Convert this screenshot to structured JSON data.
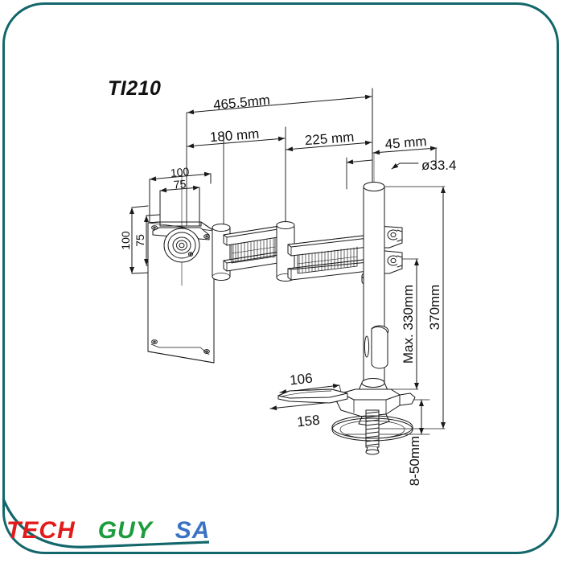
{
  "page": {
    "background_color": "#ffffff",
    "border_color": "#13676b",
    "title": "TI210"
  },
  "watermark": {
    "part1": "TECH",
    "part2": "GUY",
    "part3": "SA",
    "color1": "#e31b1b",
    "color2": "#1c9c3c",
    "color3": "#3a72c4",
    "swoosh_color": "#13676b"
  },
  "dimensions": {
    "total_reach": "465.5mm",
    "arm_segment_1": "180 mm",
    "arm_segment_2": "225 mm",
    "arm_segment_3": "45 mm",
    "pole_diameter": "ø33.4",
    "vesa_width_large": "100",
    "vesa_width_small": "75",
    "vesa_height_large": "100",
    "vesa_height_small": "75",
    "pole_height_total": "370mm",
    "pole_height_max_travel": "Max. 330mm",
    "base_depth_inner": "106",
    "base_depth_outer": "158",
    "clamp_range": "8-50mm"
  },
  "drawing": {
    "line_color": "#1a1a1a",
    "fill_color": "#ffffff",
    "product_type": "single-monitor-desk-mount-arm",
    "components": [
      "vesa-mounting-plate",
      "tilt-swivel-hub",
      "arm-segment-inner",
      "arm-segment-outer",
      "pole-joint-assembly",
      "vertical-pole",
      "cable-clip",
      "desk-clamp-base",
      "clamp-screw",
      "clamp-pad"
    ]
  }
}
